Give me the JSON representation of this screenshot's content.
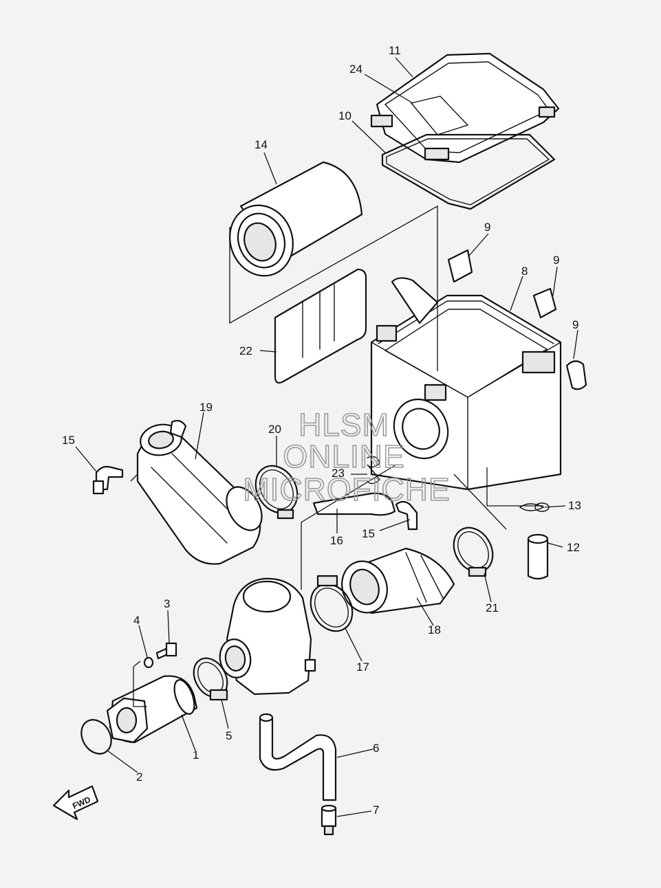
{
  "watermark": {
    "line1": "HLSM",
    "line2": "ONLINE",
    "line3": "MICROFICHE"
  },
  "direction_label": "FWD",
  "callouts": [
    {
      "id": "c1",
      "label": "1"
    },
    {
      "id": "c2",
      "label": "2"
    },
    {
      "id": "c3",
      "label": "3"
    },
    {
      "id": "c4",
      "label": "4"
    },
    {
      "id": "c5",
      "label": "5"
    },
    {
      "id": "c6",
      "label": "6"
    },
    {
      "id": "c7",
      "label": "7"
    },
    {
      "id": "c8",
      "label": "8"
    },
    {
      "id": "c9a",
      "label": "9"
    },
    {
      "id": "c9b",
      "label": "9"
    },
    {
      "id": "c9c",
      "label": "9"
    },
    {
      "id": "c10",
      "label": "10"
    },
    {
      "id": "c11",
      "label": "11"
    },
    {
      "id": "c12",
      "label": "12"
    },
    {
      "id": "c13",
      "label": "13"
    },
    {
      "id": "c14",
      "label": "14"
    },
    {
      "id": "c15a",
      "label": "15"
    },
    {
      "id": "c15b",
      "label": "15"
    },
    {
      "id": "c16",
      "label": "16"
    },
    {
      "id": "c17",
      "label": "17"
    },
    {
      "id": "c18",
      "label": "18"
    },
    {
      "id": "c19",
      "label": "19"
    },
    {
      "id": "c20",
      "label": "20"
    },
    {
      "id": "c21",
      "label": "21"
    },
    {
      "id": "c22",
      "label": "22"
    },
    {
      "id": "c23",
      "label": "23"
    },
    {
      "id": "c24",
      "label": "24"
    }
  ]
}
